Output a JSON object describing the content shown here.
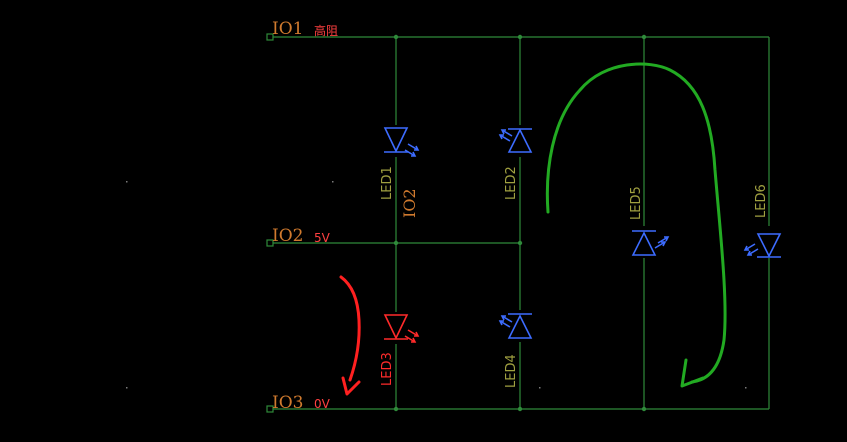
{
  "nets": [
    {
      "name": "IO1",
      "note": "高阻",
      "note_color": "#ff4040"
    },
    {
      "name": "IO2",
      "note": "5V",
      "note_color": "#ff4040"
    },
    {
      "name": "IO3",
      "note": "0V",
      "note_color": "#ff4040"
    }
  ],
  "vertical_label": "IO2",
  "leds": [
    {
      "ref": "LED1",
      "color": "#3d6cff"
    },
    {
      "ref": "LED2",
      "color": "#3d6cff"
    },
    {
      "ref": "LED3",
      "color": "#ff2a2a"
    },
    {
      "ref": "LED4",
      "color": "#3d6cff"
    },
    {
      "ref": "LED5",
      "color": "#3d6cff"
    },
    {
      "ref": "LED6",
      "color": "#3d6cff"
    }
  ],
  "colors": {
    "wire": "#2f8a3a",
    "current_path_active": "#ff2020",
    "current_path_sneak": "#22aa22"
  }
}
